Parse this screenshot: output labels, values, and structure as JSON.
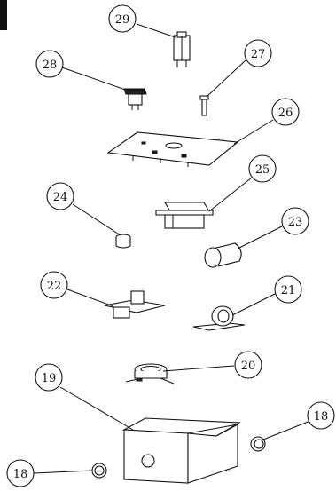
{
  "diagram": {
    "callouts": [
      {
        "id": "c29",
        "label": "29"
      },
      {
        "id": "c28",
        "label": "28"
      },
      {
        "id": "c27",
        "label": "27"
      },
      {
        "id": "c26",
        "label": "26"
      },
      {
        "id": "c25",
        "label": "25"
      },
      {
        "id": "c24",
        "label": "24"
      },
      {
        "id": "c23",
        "label": "23"
      },
      {
        "id": "c22",
        "label": "22"
      },
      {
        "id": "c21",
        "label": "21"
      },
      {
        "id": "c20",
        "label": "20"
      },
      {
        "id": "c19",
        "label": "19"
      },
      {
        "id": "c18a",
        "label": "18"
      },
      {
        "id": "c18b",
        "label": "18"
      }
    ]
  }
}
